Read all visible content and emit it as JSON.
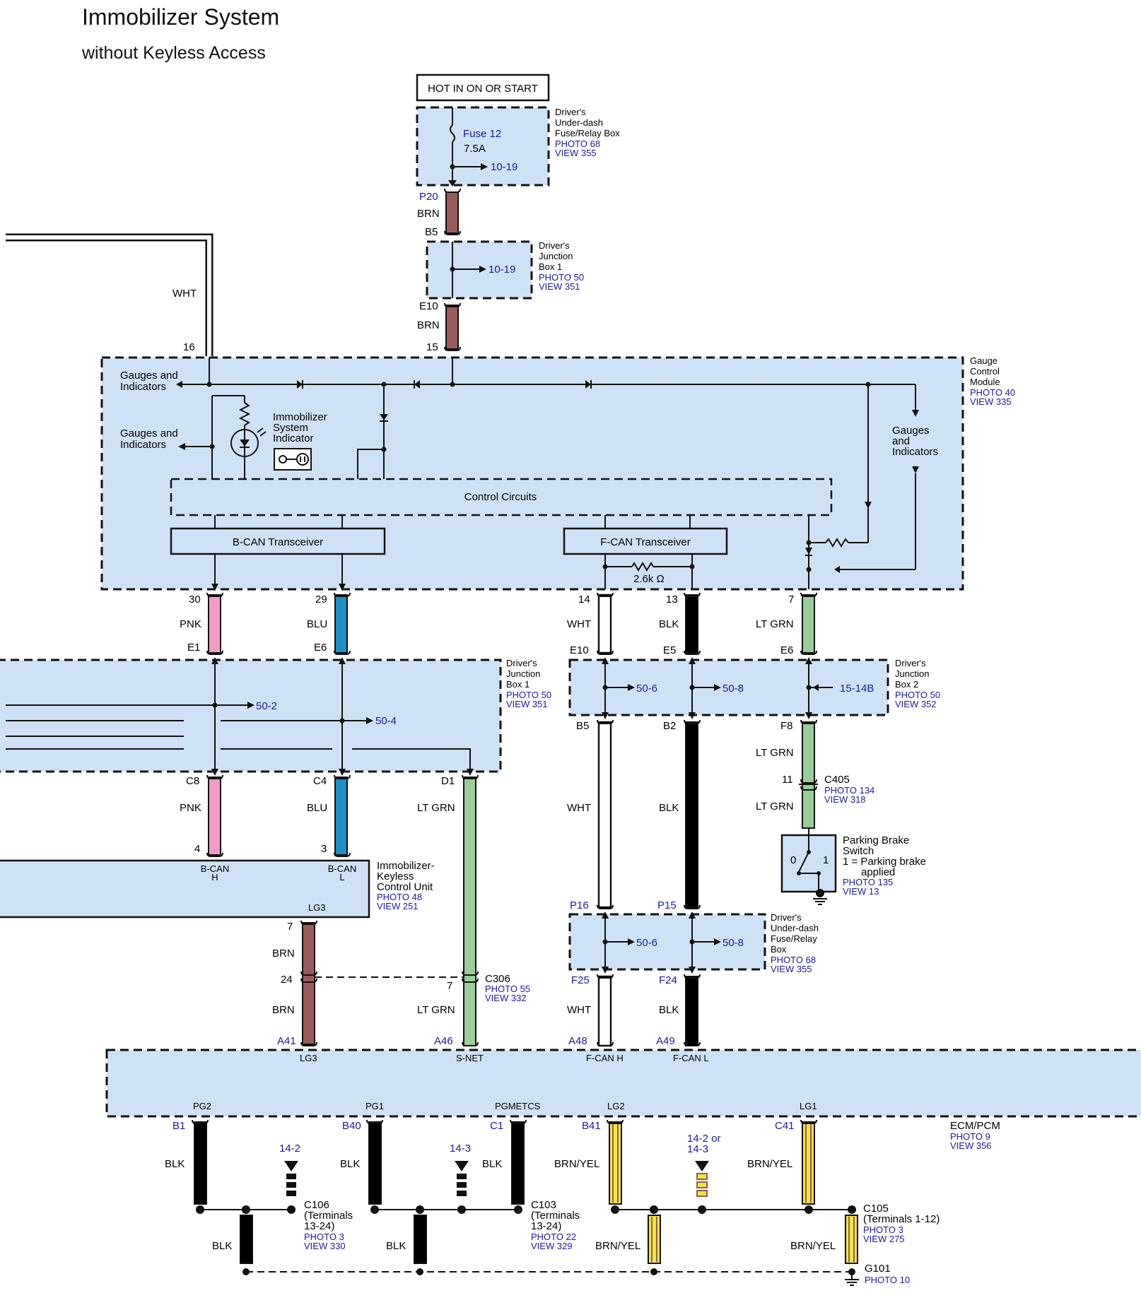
{
  "title": "Immobilizer System",
  "subtitle": "without Keyless Access",
  "colors": {
    "PNK": "#f39ac7",
    "BLU": "#1f8fc8",
    "LT GRN": "#98cf98",
    "BRN": "#9a5a5a",
    "BLK": "#000000",
    "WHT": "#ffffff",
    "BRN/YEL": "#f2e640",
    "box_fill": "#cfe2f5",
    "link_text": "#1a1aa0"
  },
  "power": {
    "label": "HOT IN ON OR START",
    "fuse_name": "Fuse 12",
    "fuse_rating": "7.5A",
    "ref_a": "10-19",
    "ref_b": "10-19"
  },
  "boxes": {
    "underdash_top": {
      "name": [
        "Driver's",
        "Under-dash",
        "Fuse/Relay Box"
      ],
      "photo": "PHOTO 68",
      "view": "VIEW 355"
    },
    "jb1_top": {
      "name": [
        "Driver's",
        "Junction",
        "Box 1"
      ],
      "photo": "PHOTO 50",
      "view": "VIEW 351"
    },
    "gcm": {
      "name": [
        "Gauge",
        "Control",
        "Module"
      ],
      "photo": "PHOTO 40",
      "view": "VIEW 335"
    },
    "jb1": {
      "name": [
        "Driver's",
        "Junction",
        "Box 1"
      ],
      "photo": "PHOTO 50",
      "view": "VIEW 351"
    },
    "jb2": {
      "name": [
        "Driver's",
        "Junction",
        "Box 2"
      ],
      "photo": "PHOTO 50",
      "view": "VIEW 352"
    },
    "ikcu": {
      "name": [
        "Immobilizer-",
        "Keyless",
        "Control Unit"
      ],
      "photo": "PHOTO 48",
      "view": "VIEW 251"
    },
    "underdash_bot": {
      "name": [
        "Driver's",
        "Under-dash",
        "Fuse/Relay",
        "Box"
      ],
      "photo": "PHOTO 68",
      "view": "VIEW 355"
    },
    "ecm": {
      "name": [
        "ECM/PCM"
      ],
      "photo": "PHOTO 9",
      "view": "VIEW 356"
    },
    "parking": {
      "name": [
        "Parking Brake",
        "Switch",
        "1 = Parking brake",
        "applied"
      ],
      "photo": "PHOTO 135",
      "view": "VIEW 13"
    }
  },
  "gcm_inside": {
    "gauges_a": [
      "Gauges and",
      "Indicators"
    ],
    "gauges_b": [
      "Gauges and",
      "Indicators"
    ],
    "gauges_c": [
      "Gauges",
      "and",
      "Indicators"
    ],
    "immob_indicator": [
      "Immobilizer",
      "System",
      "Indicator"
    ],
    "control_circuits": "Control Circuits",
    "bcan": "B-CAN Transceiver",
    "fcan": "F-CAN Transceiver",
    "resistor": "2.6k Ω"
  },
  "labels": {
    "P20": "P20",
    "BRN_a": "BRN",
    "B5_top": "B5",
    "E10_top": "E10",
    "BRN_b": "BRN",
    "pin16": "16",
    "pin15": "15",
    "WHT_top": "WHT",
    "pin30": "30",
    "pin29": "29",
    "pin14": "14",
    "pin13": "13",
    "pin7": "7",
    "PNK_a": "PNK",
    "BLU_a": "BLU",
    "WHT_a": "WHT",
    "BLK_a": "BLK",
    "LTGRN_a": "LT GRN",
    "E1": "E1",
    "E6": "E6",
    "E10": "E10",
    "E5": "E5",
    "E6b": "E6",
    "ref_502": "50-2",
    "ref_504": "50-4",
    "ref_506": "50-6",
    "ref_508": "50-8",
    "ref_1514B": "15-14B",
    "C8": "C8",
    "C4": "C4",
    "D1": "D1",
    "B5": "B5",
    "B2": "B2",
    "F8": "F8",
    "PNK_b": "PNK",
    "BLU_b": "BLU",
    "LTGRN_b": "LT GRN",
    "WHT_b": "WHT",
    "BLK_b": "BLK",
    "LTGRN_c": "LT GRN",
    "pin11": "11",
    "C405": "C405",
    "C405_photo": "PHOTO 134",
    "C405_view": "VIEW 318",
    "LTGRN_d": "LT GRN",
    "sw0": "0",
    "sw1": "1",
    "pin4": "4",
    "pin3": "3",
    "bcanh": [
      "B-CAN",
      "H"
    ],
    "bcanl": [
      "B-CAN",
      "L"
    ],
    "LG3_top": "LG3",
    "pin7b": "7",
    "BRN_c": "BRN",
    "pin24": "24",
    "BRN_d": "BRN",
    "pin7c": "7",
    "C306": "C306",
    "C306_photo": "PHOTO 55",
    "C306_view": "VIEW 332",
    "LTGRN_e": "LT GRN",
    "P16": "P16",
    "P15": "P15",
    "ref_506b": "50-6",
    "ref_508b": "50-8",
    "F25": "F25",
    "F24": "F24",
    "WHT_c": "WHT",
    "BLK_c": "BLK",
    "A41": "A41",
    "A46": "A46",
    "A48": "A48",
    "A49": "A49",
    "LG3": "LG3",
    "SNET": "S-NET",
    "FCANH": "F-CAN H",
    "FCANL": "F-CAN L",
    "PG2": "PG2",
    "PG1": "PG1",
    "PGMETCS": "PGMETCS",
    "LG2": "LG2",
    "LG1": "LG1",
    "B1": "B1",
    "B40": "B40",
    "C1": "C1",
    "B41": "B41",
    "C41": "C41",
    "BLK_d": "BLK",
    "BLK_e": "BLK",
    "BLK_f": "BLK",
    "BRNYEL_a": "BRN/YEL",
    "BRNYEL_b": "BRN/YEL",
    "ref_142": "14-2",
    "ref_143": "14-3",
    "ref_142or": [
      "14-2 or",
      "14-3"
    ],
    "C106": [
      "C106",
      "(Terminals",
      "13-24)"
    ],
    "C106_photo": "PHOTO 3",
    "C106_view": "VIEW 330",
    "C103": [
      "C103",
      "(Terminals",
      "13-24)"
    ],
    "C103_photo": "PHOTO 22",
    "C103_view": "VIEW 329",
    "C105": [
      "C105",
      "(Terminals 1-12)"
    ],
    "C105_photo": "PHOTO 3",
    "C105_view": "VIEW 275",
    "BLK_g": "BLK",
    "BLK_h": "BLK",
    "BRNYEL_c": "BRN/YEL",
    "BRNYEL_d": "BRN/YEL",
    "G101": "G101",
    "G101_photo": "PHOTO 10"
  }
}
